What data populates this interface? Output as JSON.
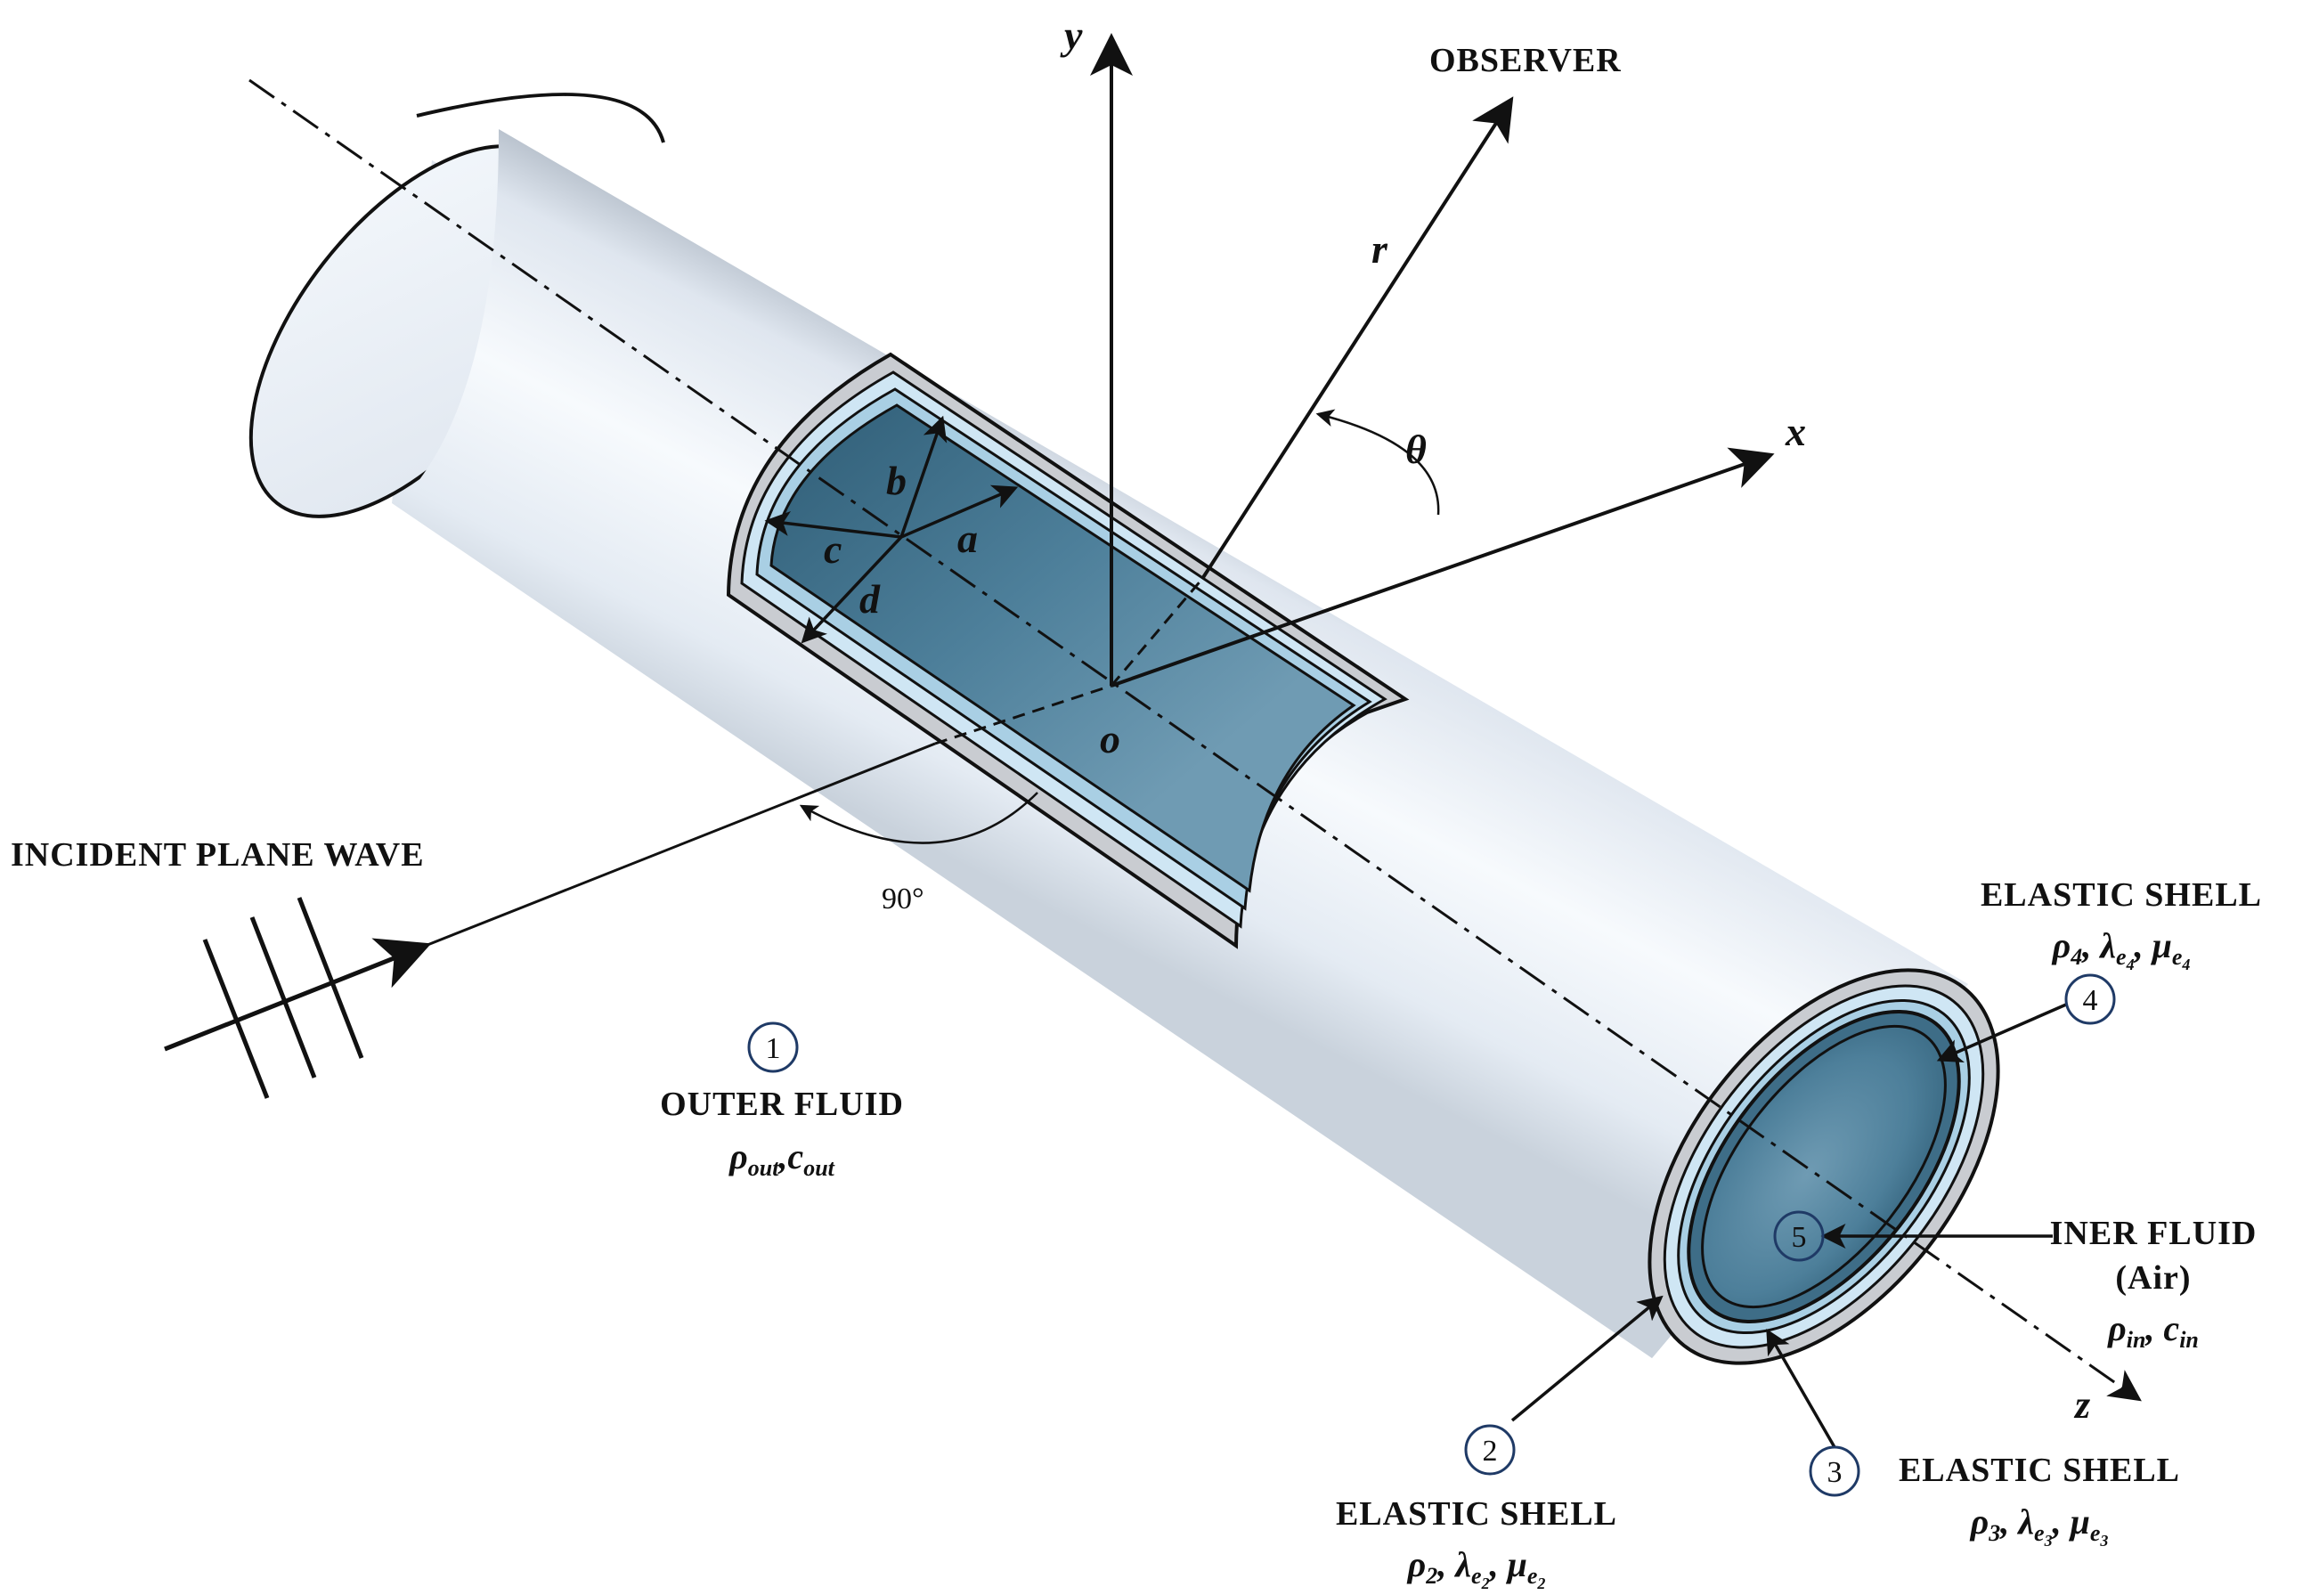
{
  "axes": {
    "x": "x",
    "y": "y",
    "z": "z",
    "r": "r",
    "theta": "θ",
    "origin": "o"
  },
  "dimensions": {
    "a": "a",
    "b": "b",
    "c": "c",
    "d": "d"
  },
  "angle_label": "90°",
  "labels": {
    "observer": "OBSERVER",
    "incident": "INCIDENT PLANE WAVE",
    "outer_fluid": {
      "num": "1",
      "title": "OUTER FLUID",
      "rho": "ρ",
      "rho_sub": "out",
      "c": "c",
      "c_sub": "out"
    },
    "shell2": {
      "num": "2",
      "title": "ELASTIC  SHELL",
      "rho": "ρ",
      "rho_sub": "2",
      "lambda": "λ",
      "lambda_sub": "e",
      "lambda_subsub": "2",
      "mu": "μ",
      "mu_sub": "e",
      "mu_subsub": "2"
    },
    "shell3": {
      "num": "3",
      "title": "ELASTIC  SHELL",
      "rho": "ρ",
      "rho_sub": "3",
      "lambda": "λ",
      "lambda_sub": "e",
      "lambda_subsub": "3",
      "mu": "μ",
      "mu_sub": "e",
      "mu_subsub": "3"
    },
    "shell4": {
      "num": "4",
      "title": "ELASTIC  SHELL",
      "rho": "ρ",
      "rho_sub": "4",
      "lambda": "λ",
      "lambda_sub": "e",
      "lambda_subsub": "4",
      "mu": "μ",
      "mu_sub": "e",
      "mu_subsub": "4"
    },
    "inner_fluid": {
      "num": "5",
      "title": "INER FLUID",
      "subtitle": "(Air)",
      "rho": "ρ",
      "rho_sub": "in",
      "c": "c",
      "c_sub": "in"
    }
  },
  "colors": {
    "cylinder_light": "#f4f8fc",
    "cylinder_mid": "#dfe6ef",
    "cylinder_dark": "#aab4c0",
    "shell_grey": "#c9ccd1",
    "shell_light_blue": "#cfe6f4",
    "shell_blue": "#a9cfe4",
    "core_blue": "#4d7f9a",
    "core_dark": "#2f5d76",
    "circle_stroke": "#1f3a66"
  }
}
